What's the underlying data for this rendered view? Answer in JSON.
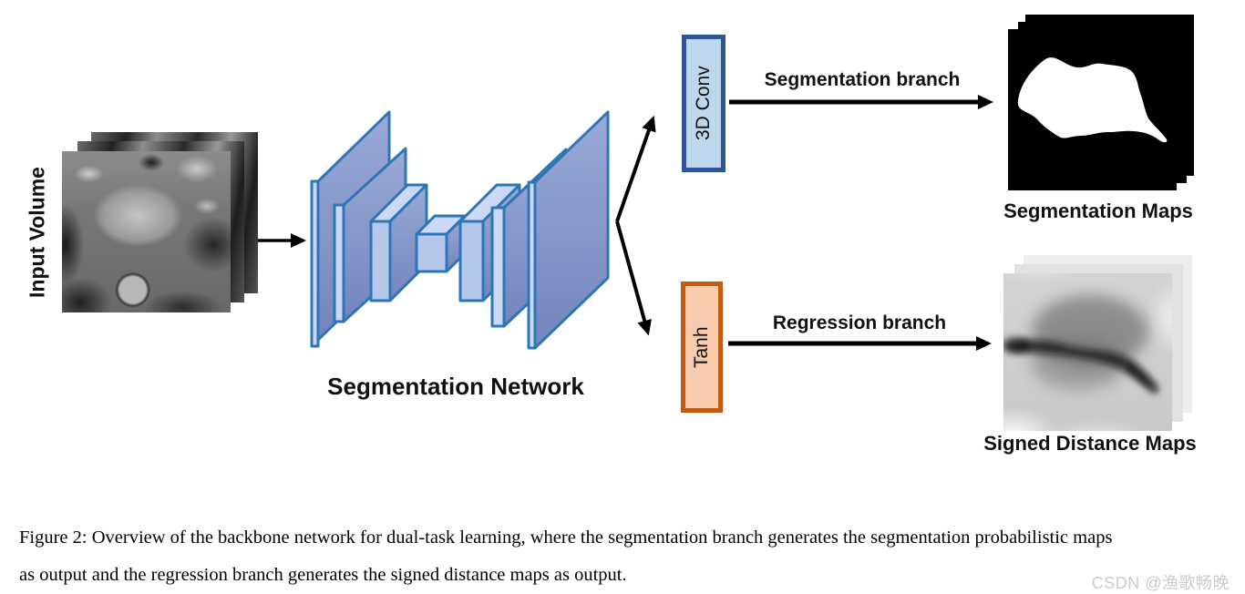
{
  "figure": {
    "input_volume_label": "Input Volume",
    "network_label": "Segmentation Network",
    "conv_box_label": "3D Conv",
    "tanh_box_label": "Tanh",
    "segmentation_branch_label": "Segmentation branch",
    "regression_branch_label": "Regression branch",
    "segmentation_maps_label": "Segmentation Maps",
    "signed_distance_maps_label": "Signed Distance Maps"
  },
  "caption": {
    "line1": "Figure 2: Overview of the backbone network for dual-task learning, where the segmentation branch generates the segmentation probabilistic maps",
    "line2": "as output and the regression branch generates the signed distance maps as output."
  },
  "watermark": "CSDN @渔歌畅晚",
  "colors": {
    "network_stroke": "#2E75B6",
    "network_face_dark": "#7385BD",
    "network_face_light": "#C9D7F3",
    "conv_box_fill": "#BDD7EE",
    "conv_box_border": "#2F5597",
    "tanh_box_fill": "#F8CBAD",
    "tanh_box_border": "#C55A11",
    "arrow": "#000000",
    "seg_map_bg": "#000000",
    "seg_map_blob": "#FFFFFF"
  }
}
